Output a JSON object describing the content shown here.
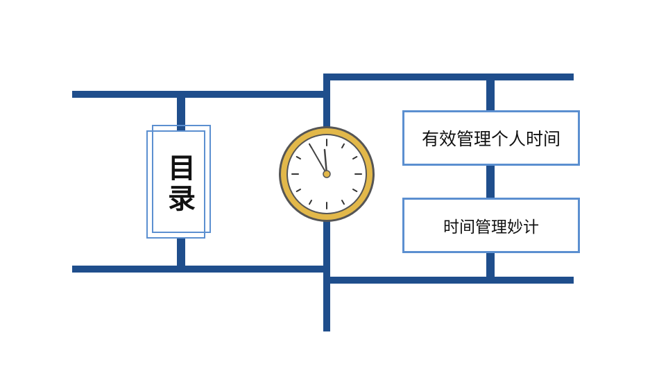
{
  "toc": {
    "title": "目录"
  },
  "items": [
    {
      "label": "有效管理个人时间"
    },
    {
      "label": "时间管理妙计"
    }
  ],
  "icons": {
    "clock": "clock-icon"
  },
  "colors": {
    "bar": "#1f4e8c",
    "box_border": "#5b8fd0",
    "clock_rim": "#e2b84a",
    "clock_outline": "#555555"
  }
}
